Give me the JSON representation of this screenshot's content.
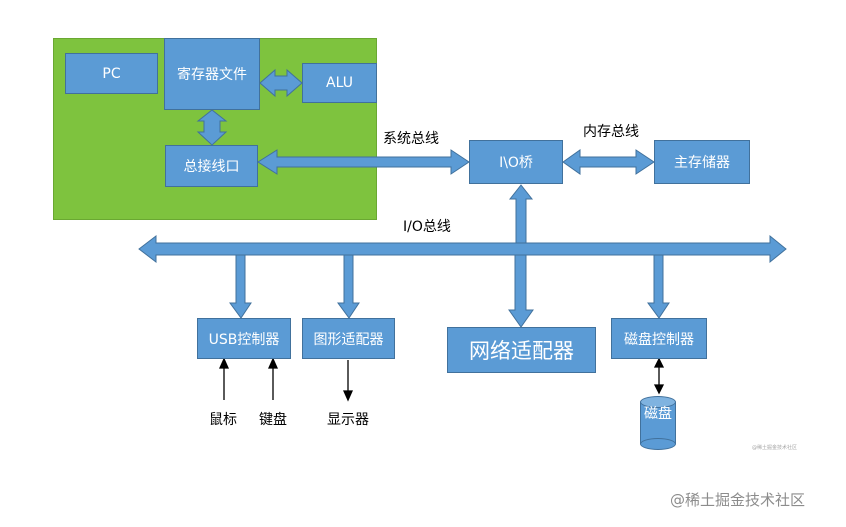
{
  "colors": {
    "cpu_bg": "#7ec33e",
    "block": "#5b9bd5",
    "block_border": "#41719c",
    "connector": "#000000",
    "background": "#ffffff"
  },
  "cpu": {
    "pc": "PC",
    "register_file": "寄存器文件",
    "alu": "ALU",
    "bus_interface": "总接线口"
  },
  "bridge": {
    "label": "I\\O桥"
  },
  "memory": {
    "label": "主存储器"
  },
  "buses": {
    "system_bus": "系统总线",
    "memory_bus": "内存总线",
    "io_bus": "I/O总线"
  },
  "devices": {
    "usb": "USB控制器",
    "graphics": "图形适配器",
    "network": "网络适配器",
    "disk_ctrl": "磁盘控制器"
  },
  "peripherals": {
    "mouse": "鼠标",
    "keyboard": "键盘",
    "display": "显示器",
    "disk": "磁盘"
  },
  "footer": {
    "tiny_text": "@稀土掘金技术社区",
    "watermark": "@稀土掘金技术社区"
  }
}
